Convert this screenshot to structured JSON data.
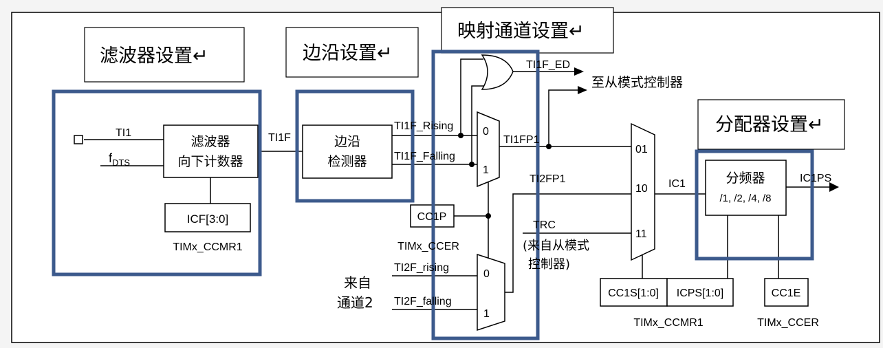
{
  "callouts": {
    "filter_setting": "滤波器设置↵",
    "edge_setting": "边沿设置↵",
    "mapping_setting": "映射通道设置↵",
    "prescaler_setting": "分配器设置↵"
  },
  "blocks": {
    "filter_line1": "滤波器",
    "filter_line2": "向下计数器",
    "icf": "ICF[3:0]",
    "edge_line1": "边沿",
    "edge_line2": "检测器",
    "cc1p": "CC1P",
    "prescaler_line1": "分频器",
    "prescaler_line2": "/1, /2, /4, /8",
    "cc1s": "CC1S[1:0]",
    "icps": "ICPS[1:0]",
    "cc1e": "CC1E"
  },
  "registers": {
    "ccmr1_left": "TIMx_CCMR1",
    "ccer_mid": "TIMx_CCER",
    "ccmr1_right": "TIMx_CCMR1",
    "ccer_right": "TIMx_CCER"
  },
  "signals": {
    "ti1": "TI1",
    "fdts_f": "f",
    "fdts_sub": "DTS",
    "ti1f": "TI1F",
    "ti1f_rising": "TI1F_Rising",
    "ti1f_falling": "TI1F_Falling",
    "ti1f_ed": "TI1F_ED",
    "to_slave": "至从模式控制器",
    "ti1fp1": "TI1FP1",
    "ti2fp1": "TI2FP1",
    "trc": "TRC",
    "trc_note1": "(来自从模式",
    "trc_note2": "控制器)",
    "ti2f_rising": "TI2F_rising",
    "ti2f_falling": "TI2F_falling",
    "from_ch2_line1": "来自",
    "from_ch2_line2": "通道2",
    "ic1": "IC1",
    "ic1ps": "IC1PS"
  },
  "mux": {
    "m1_in0": "0",
    "m1_in1": "1",
    "m2_in0": "0",
    "m2_in1": "1",
    "m3_in01": "01",
    "m3_in10": "10",
    "m3_in11": "11"
  },
  "colors": {
    "callout_border": "#3c5a8c",
    "line": "#000000"
  }
}
